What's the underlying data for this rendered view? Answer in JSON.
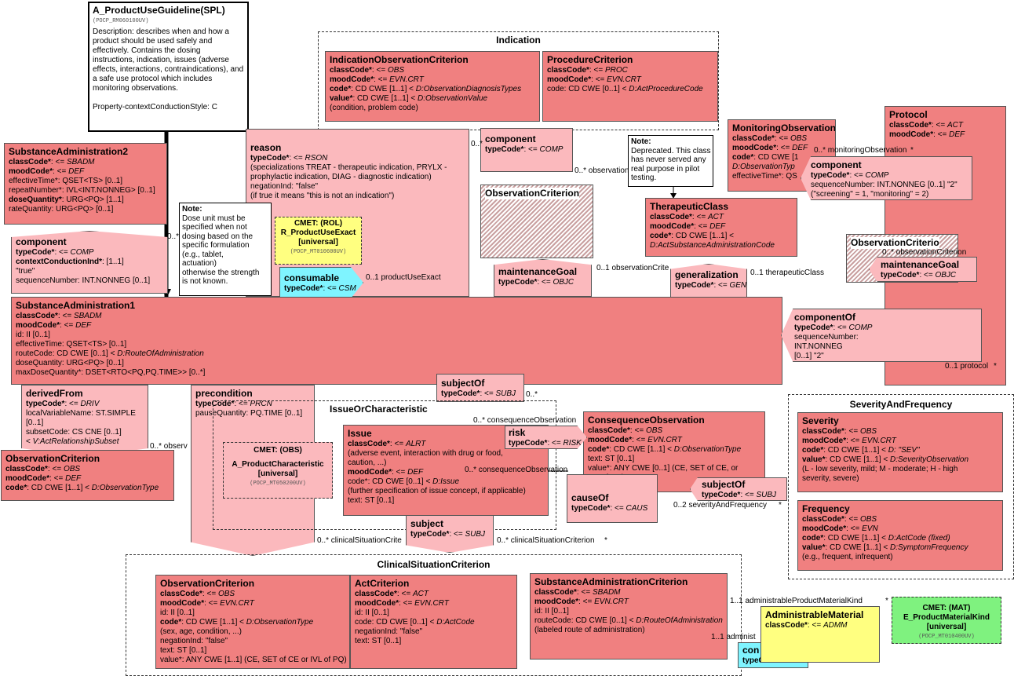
{
  "guideline": {
    "title": "A_ProductUseGuideline(SPL)",
    "code": "(POCP_RM060100UV)",
    "description": "Description: describes when and how a product should be used safely and effectively. Contains the dosing instructions, indication, issues (adverse effects, interactions, contraindications), and a safe use protocol which includes monitoring observations.",
    "property": "Property-contextConductionStyle: C"
  },
  "indication": {
    "label": "Indication",
    "ioc": {
      "title": "IndicationObservationCriterion",
      "lines": [
        {
          "k": "classCode*",
          "v": ": <= ",
          "t": "OBS"
        },
        {
          "k": "moodCode*",
          "v": ": <= ",
          "t": "EVN.CRT"
        },
        {
          "k": "code*",
          "v": ": CD CWE [1..1] < ",
          "t": "D:ObservationDiagnosisTypes"
        },
        {
          "k": "value*",
          "v": ": CD CWE [1..1] < ",
          "t": "D:ObservationValue"
        },
        {
          "k": "",
          "v": " (condition, problem code)",
          "t": ""
        }
      ]
    },
    "pc": {
      "title": "ProcedureCriterion",
      "lines": [
        {
          "k": "classCode*",
          "v": ": <= ",
          "t": "PROC"
        },
        {
          "k": "moodCode*",
          "v": ": <= ",
          "t": "EVN.CRT"
        },
        {
          "k": "",
          "v": "code: CD CWE [0..1] < ",
          "t": "D:ActProcedureCode"
        }
      ]
    }
  },
  "sa2": {
    "title": "SubstanceAdministration2",
    "lines": [
      {
        "k": "classCode*",
        "v": ": <= ",
        "t": "SBADM"
      },
      {
        "k": "moodCode*",
        "v": ": <= ",
        "t": "DEF"
      },
      {
        "k": "",
        "v": "effectiveTime*: QSET<TS> [0..1]",
        "t": ""
      },
      {
        "k": "",
        "v": "repeatNumber*: IVL<INT.NONNEG> [0..1]",
        "t": ""
      },
      {
        "k": "doseQuantity*",
        "v": ": URG<PQ> [1..1]",
        "t": ""
      },
      {
        "k": "",
        "v": "rateQuantity: URG<PQ> [0..1]",
        "t": ""
      }
    ]
  },
  "comp1": {
    "title": "component",
    "lines": [
      {
        "k": "typeCode*",
        "v": ": <= ",
        "t": "COMP"
      },
      {
        "k": "contextConductionInd*",
        "v": ": [1..1]",
        "t": ""
      },
      {
        "k": "",
        "v": " \"true\"",
        "t": ""
      },
      {
        "k": "",
        "v": "sequenceNumber: INT.NONNEG [0..1]",
        "t": ""
      }
    ]
  },
  "reason": {
    "title": "reason",
    "lines": [
      {
        "k": "typeCode*",
        "v": ": <= ",
        "t": "RSON"
      },
      {
        "k": "",
        "v": " (specializations TREAT - therapeutic indication, PRYLX -",
        "t": ""
      },
      {
        "k": "",
        "v": " prophylactic indication, DIAG - diagnostic indication)",
        "t": ""
      },
      {
        "k": "",
        "v": "negationInd: \"false\"",
        "t": ""
      },
      {
        "k": "",
        "v": " (if true it means \"this is not an indication\")",
        "t": ""
      }
    ]
  },
  "note1": {
    "title": "Note:",
    "lines": [
      "Dose unit must be",
      "specified when not",
      "dosing based on the",
      "specific formulation",
      "(e.g., tablet,",
      "actuation)",
      "otherwise the strength",
      "is not known."
    ]
  },
  "cmetROL": {
    "head": "CMET: (ROL)",
    "name": "R_ProductUseExact",
    "sub": "[universal]",
    "code": "(POCP_MT010600UV)"
  },
  "consumable": {
    "title": "consumable",
    "k": "typeCode*",
    "v": ": <= ",
    "t": "CSM"
  },
  "comp2": {
    "title": "component",
    "k": "typeCode*",
    "v": ": <= ",
    "t": "COMP"
  },
  "obsCrit1": {
    "title": "ObservationCriterion"
  },
  "maintGoal1": {
    "title": "maintenanceGoal",
    "k": "typeCode*",
    "v": ": <= ",
    "t": "OBJC"
  },
  "note2": {
    "title": "Note:",
    "lines": [
      "Deprecated. This class",
      "has never served any",
      "real purpose in pilot",
      "testing."
    ]
  },
  "therapeutic": {
    "title": "TherapeuticClass",
    "lines": [
      {
        "k": "classCode*",
        "v": ": <= ",
        "t": "ACT"
      },
      {
        "k": "moodCode*",
        "v": ": <= ",
        "t": "DEF"
      },
      {
        "k": "code*",
        "v": ": CD CWE [1..1] <",
        "t": ""
      },
      {
        "k": "",
        "v": "",
        "t": "D:ActSubstanceAdministrationCode"
      }
    ]
  },
  "generalization": {
    "title": "generalization",
    "k": "typeCode*",
    "v": ": <= ",
    "t": "GEN"
  },
  "monitoring": {
    "title": "MonitoringObservation",
    "lines": [
      {
        "k": "classCode*",
        "v": ": <= ",
        "t": "OBS"
      },
      {
        "k": "moodCode*",
        "v": ": <= ",
        "t": "DEF"
      },
      {
        "k": "code*",
        "v": ": CD CWE [1",
        "t": ""
      },
      {
        "k": "",
        "v": "",
        "t": "D:ObservationTyp"
      },
      {
        "k": "",
        "v": "effectiveTime*: QS",
        "t": ""
      }
    ]
  },
  "comp3": {
    "title": "component",
    "lines": [
      {
        "k": "typeCode*",
        "v": ": <= ",
        "t": "COMP"
      },
      {
        "k": "",
        "v": "sequenceNumber: INT.NONNEG [0..1] \"2\"",
        "t": ""
      },
      {
        "k": "",
        "v": " (\"screening\" = 1, \"monitoring\" = 2)",
        "t": ""
      }
    ]
  },
  "protocol": {
    "title": "Protocol",
    "lines": [
      {
        "k": "classCode*",
        "v": ": <= ",
        "t": "ACT"
      },
      {
        "k": "moodCode*",
        "v": ": <= ",
        "t": "DEF"
      }
    ]
  },
  "obsCrit2": {
    "title": "ObservationCriterio"
  },
  "maintGoal2": {
    "title": "maintenanceGoal",
    "k": "typeCode*",
    "v": ": <= ",
    "t": "OBJC"
  },
  "sa1": {
    "title": "SubstanceAdministration1",
    "lines": [
      {
        "k": "classCode*",
        "v": ": <= ",
        "t": "SBADM"
      },
      {
        "k": "moodCode*",
        "v": ": <= ",
        "t": "DEF"
      },
      {
        "k": "",
        "v": "id: II [0..1]",
        "t": ""
      },
      {
        "k": "",
        "v": "effectiveTime: QSET<TS> [0..1]",
        "t": ""
      },
      {
        "k": "",
        "v": "routeCode: CD CWE [0..1] < ",
        "t": "D:RouteOfAdministration"
      },
      {
        "k": "",
        "v": "doseQuantity: URG<PQ> [0..1]",
        "t": ""
      },
      {
        "k": "",
        "v": "maxDoseQuantity*: DSET<RTO<PQ,PQ.TIME>> [0..*]",
        "t": ""
      }
    ]
  },
  "componentOf": {
    "title": "componentOf",
    "lines": [
      {
        "k": "typeCode*",
        "v": ": <= ",
        "t": "COMP"
      },
      {
        "k": "",
        "v": "sequenceNumber:",
        "t": ""
      },
      {
        "k": "",
        "v": " INT.NONNEG",
        "t": ""
      },
      {
        "k": "",
        "v": " [0..1] \"2\"",
        "t": ""
      }
    ]
  },
  "derivedFrom": {
    "title": "derivedFrom",
    "lines": [
      {
        "k": "typeCode*",
        "v": ": <= ",
        "t": "DRIV"
      },
      {
        "k": "",
        "v": "localVariableName: ST.SIMPLE",
        "t": ""
      },
      {
        "k": "",
        "v": " [0..1]",
        "t": ""
      },
      {
        "k": "",
        "v": "subsetCode: CS CNE [0..1]",
        "t": ""
      },
      {
        "k": "",
        "v": " < ",
        "t": "V:ActRelationshipSubset"
      }
    ]
  },
  "obsLeft": {
    "title": "ObservationCriterion",
    "lines": [
      {
        "k": "classCode*",
        "v": ": <= ",
        "t": "OBS"
      },
      {
        "k": "moodCode*",
        "v": ": <= ",
        "t": "DEF"
      },
      {
        "k": "code*",
        "v": ": CD CWE [1..1] < ",
        "t": "D:ObservationType"
      }
    ]
  },
  "precondition": {
    "title": "precondition",
    "lines": [
      {
        "k": "typeCode*",
        "v": ": <= ",
        "t": "PRCN"
      },
      {
        "k": "",
        "v": "pauseQuantity: PQ.TIME [0..1]",
        "t": ""
      }
    ]
  },
  "subjectOf1": {
    "title": "subjectOf",
    "k": "typeCode*",
    "v": ": <= ",
    "t": "SUBJ"
  },
  "issueGroup": {
    "label": "IssueOrCharacteristic"
  },
  "cmetOBS": {
    "head": "CMET: (OBS)",
    "name": "A_ProductCharacteristic",
    "sub": "[universal]",
    "code": "(POCP_MT050200UV)"
  },
  "issue": {
    "title": "Issue",
    "lines": [
      {
        "k": "classCode*",
        "v": ": <= ",
        "t": "ALRT"
      },
      {
        "k": "",
        "v": " (adverse event, interaction with drug or food,",
        "t": ""
      },
      {
        "k": "",
        "v": "caution, ...)",
        "t": ""
      },
      {
        "k": "moodCode*",
        "v": ": <= ",
        "t": "DEF"
      },
      {
        "k": "",
        "v": "code*: CD CWE [0..1] < ",
        "t": "D:Issue"
      },
      {
        "k": "",
        "v": " (further specification of issue concept, if applicable)",
        "t": ""
      },
      {
        "k": "",
        "v": "text: ST [0..1]",
        "t": ""
      }
    ]
  },
  "risk": {
    "title": "risk",
    "k": "typeCode*",
    "v": ": <= ",
    "t": "RISK"
  },
  "consequence": {
    "title": "ConsequenceObservation",
    "lines": [
      {
        "k": "classCode*",
        "v": ": <= ",
        "t": "OBS"
      },
      {
        "k": "moodCode*",
        "v": ": <= ",
        "t": "EVN.CRT"
      },
      {
        "k": "code*",
        "v": ": CD CWE [1..1] < ",
        "t": "D:ObservationType"
      },
      {
        "k": "",
        "v": "text: ST [0..1]",
        "t": ""
      },
      {
        "k": "",
        "v": "value*: ANY CWE [0..1] (CE, SET of CE, or",
        "t": ""
      },
      {
        "k": "",
        "v": "IVL of PQ)",
        "t": ""
      }
    ]
  },
  "causeOf": {
    "title": "causeOf",
    "k": "typeCode*",
    "v": ": <= ",
    "t": "CAUS"
  },
  "subjectOf2": {
    "title": "subjectOf",
    "k": "typeCode*",
    "v": ": <= ",
    "t": "SUBJ"
  },
  "subject": {
    "title": "subject",
    "k": "typeCode*",
    "v": ": <= ",
    "t": "SUBJ"
  },
  "severityGroup": {
    "label": "SeverityAndFrequency",
    "severity": {
      "title": "Severity",
      "lines": [
        {
          "k": "classCode*",
          "v": ": <= ",
          "t": "OBS"
        },
        {
          "k": "moodCode*",
          "v": ": <= ",
          "t": "EVN.CRT"
        },
        {
          "k": "code*",
          "v": ": CD CWE [1..1] < ",
          "t": "D: \"SEV\""
        },
        {
          "k": "value*",
          "v": ": CD CWE [1..1] < ",
          "t": "D:SeverityObservation"
        },
        {
          "k": "",
          "v": " (L - low severity, mild; M - moderate; H - high",
          "t": ""
        },
        {
          "k": "",
          "v": " severity, severe)",
          "t": ""
        }
      ]
    },
    "frequency": {
      "title": "Frequency",
      "lines": [
        {
          "k": "classCode*",
          "v": ": <= ",
          "t": "OBS"
        },
        {
          "k": "moodCode*",
          "v": ": <= ",
          "t": "EVN"
        },
        {
          "k": "code*",
          "v": ": CD CWE [1..1] < ",
          "t": "D:ActCode (fixed)"
        },
        {
          "k": "value*",
          "v": ": CD CWE [1..1] < ",
          "t": "D:SymptomFrequency"
        },
        {
          "k": "",
          "v": " (e.g., frequent, infrequent)",
          "t": ""
        }
      ]
    }
  },
  "clinicalGroup": {
    "label": "ClinicalSituationCriterion",
    "obs": {
      "title": "ObservationCriterion",
      "lines": [
        {
          "k": "classCode*",
          "v": ": <= ",
          "t": "OBS"
        },
        {
          "k": "moodCode*",
          "v": ": <= ",
          "t": "EVN.CRT"
        },
        {
          "k": "",
          "v": "id: II [0..1]",
          "t": ""
        },
        {
          "k": "code*",
          "v": ": CD CWE [1..1] < ",
          "t": "D:ObservationType"
        },
        {
          "k": "",
          "v": " (sex, age, condition, ...)",
          "t": ""
        },
        {
          "k": "",
          "v": "negationInd: \"false\"",
          "t": ""
        },
        {
          "k": "",
          "v": "text: ST [0..1]",
          "t": ""
        },
        {
          "k": "",
          "v": "value*: ANY CWE [1..1] (CE, SET of CE or IVL of PQ)",
          "t": ""
        }
      ]
    },
    "act": {
      "title": "ActCriterion",
      "lines": [
        {
          "k": "classCode*",
          "v": ": <= ",
          "t": "ACT"
        },
        {
          "k": "moodCode*",
          "v": ": <= ",
          "t": "EVN.CRT"
        },
        {
          "k": "",
          "v": "id: II [0..1]",
          "t": ""
        },
        {
          "k": "",
          "v": "code: CD CWE [0..1] < ",
          "t": "D:ActCode"
        },
        {
          "k": "",
          "v": "negationInd: \"false\"",
          "t": ""
        },
        {
          "k": "",
          "v": "text: ST [0..1]",
          "t": ""
        }
      ]
    },
    "sac": {
      "title": "SubstanceAdministrationCriterion",
      "lines": [
        {
          "k": "classCode*",
          "v": ": <= ",
          "t": "SBADM"
        },
        {
          "k": "moodCode*",
          "v": ": <= ",
          "t": "EVN.CRT"
        },
        {
          "k": "",
          "v": "id: II [0..1]",
          "t": ""
        },
        {
          "k": "",
          "v": "routeCode: CD CWE [0..1] < ",
          "t": "D:RouteOfAdministration"
        },
        {
          "k": "",
          "v": " (labeled route of administration)",
          "t": ""
        }
      ]
    }
  },
  "adminMaterial": {
    "title": "AdministrableMaterial",
    "k": "classCode*",
    "v": ": <= ",
    "t": "ADMM"
  },
  "cmetMAT": {
    "head": "CMET: (MAT)",
    "name": "E_ProductMaterialKind",
    "sub": "[universal]",
    "code": "(POCP_MT010400UV)"
  },
  "consumable2": {
    "title": "con",
    "k": "typeCode*",
    "v": ": <= ",
    "t": "CSM"
  },
  "labels": {
    "productUseExact": "0..1 productUseExact",
    "observationCrit1": "0..1 observationCrite",
    "observation1": "0..* observation",
    "therapeuticClass": "0..1 therapeuticClass",
    "monitoringObs": "0..* monitoringObservation",
    "monitoringStar": "*",
    "observationCrit2": "0..* observationCriterion",
    "protocol": "0..1 protocol",
    "protocolStar": "*",
    "component0": "0..*",
    "sa1star": "0..*",
    "consequenceObs1": "0..* consequenceObservation",
    "consequenceObs2": "0..* consequenceObservation",
    "subjectOfStar": "0..*",
    "severityFreq": "0..2 severityAndFrequency",
    "severityFreqStar": "*",
    "clinical1": "0..* clinicalSituationCrite",
    "clinical2": "0..* clinicalSituationCriterion",
    "clinicalStar": "*",
    "observ": "0..* observ",
    "adminKind": "1..1 administrableProductMaterialKind",
    "adminKindStar": "*",
    "admin2": "1..1 administ"
  }
}
